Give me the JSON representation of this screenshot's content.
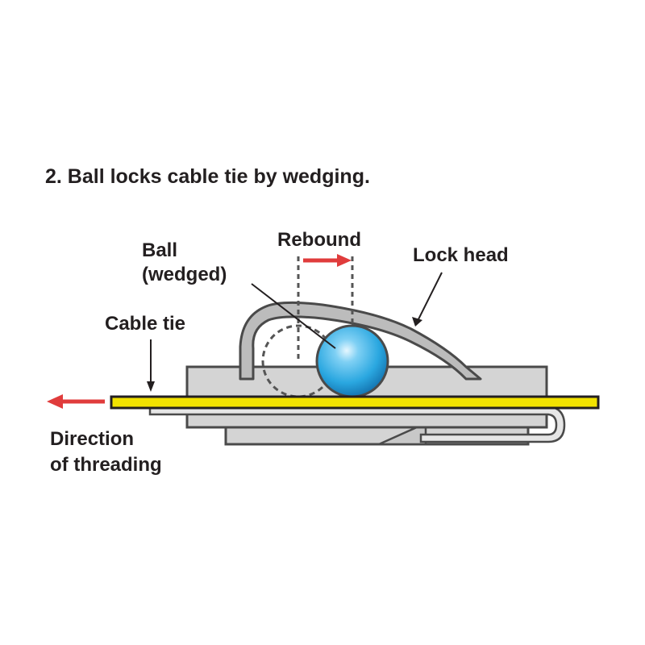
{
  "title": "2. Ball locks cable tie by wedging.",
  "labels": {
    "rebound": "Rebound",
    "ball_line1": "Ball",
    "ball_line2": "(wedged)",
    "lock_head": "Lock head",
    "cable_tie": "Cable tie",
    "direction_line1": "Direction",
    "direction_line2": "of threading"
  },
  "colors": {
    "text": "#231f20",
    "metal_fill": "#d4d4d4",
    "metal_stroke": "#4a4a4a",
    "cable_tie": "#f2e200",
    "ball": "#2aa7e0",
    "arrow_red": "#e03c3c"
  }
}
